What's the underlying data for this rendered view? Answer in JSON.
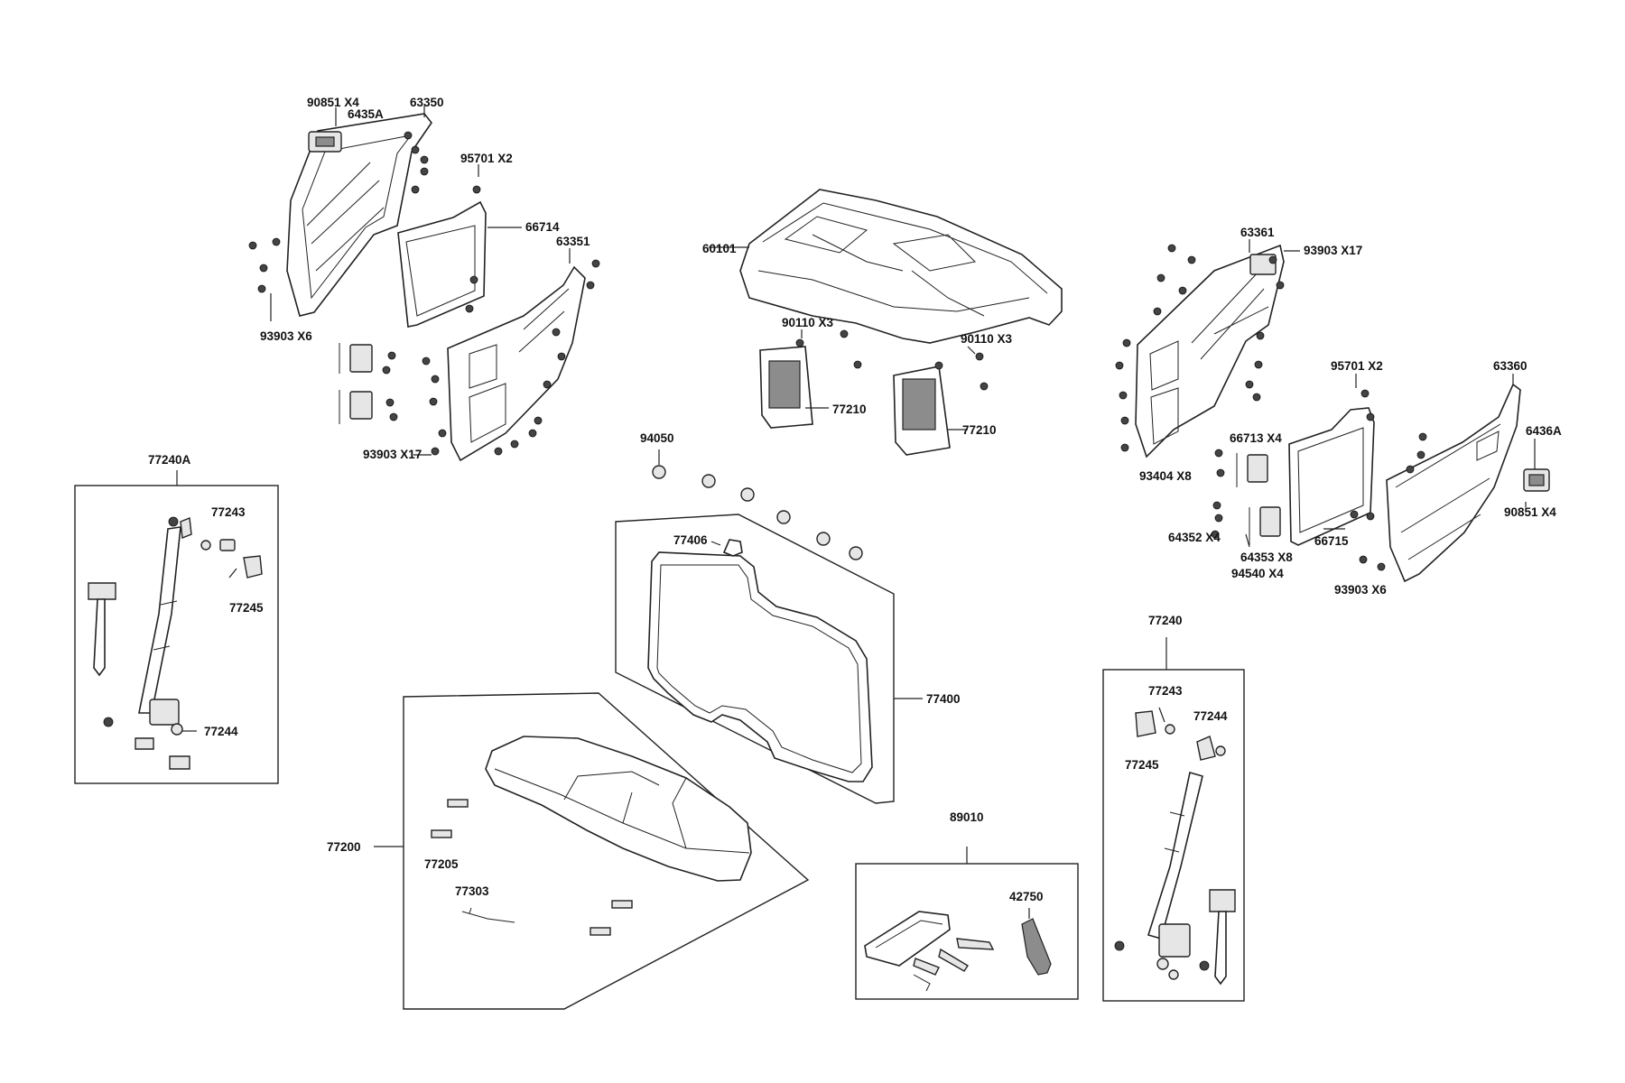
{
  "labels": {
    "l_90851_x4_a": "90851 X4",
    "l_6435a": "6435A",
    "l_63350": "63350",
    "l_95701_x2_a": "95701  X2",
    "l_66714": "66714",
    "l_63351": "63351",
    "l_93903_x6_a": "93903    X6",
    "l_93903_x17_a": "93903  X17",
    "l_60101": "60101",
    "l_90110_x3_a": "90110   X3",
    "l_90110_x3_b": "90110   X3",
    "l_77210_a": "77210",
    "l_77210_b": "77210",
    "l_94050": "94050",
    "l_63361": "63361",
    "l_93903_x17_b": "93903   X17",
    "l_95701_x2_b": "95701   X2",
    "l_63360": "63360",
    "l_6436a": "6436A",
    "l_66713_x4": "66713  X4",
    "l_93404_x8": "93404  X8",
    "l_90851_x4_b": "90851  X4",
    "l_64352_x4": "64352  X4",
    "l_64353_x8": "64353  X8",
    "l_94540_x4": "94540   X4",
    "l_66715": "66715",
    "l_93903_x6_b": "93903    X6",
    "l_77240a": "77240A",
    "l_77243_a": "77243",
    "l_77245_a": "77245",
    "l_77244_a": "77244",
    "l_77406": "77406",
    "l_77400": "77400",
    "l_77200": "77200",
    "l_77205": "77205",
    "l_77303": "77303",
    "l_89010": "89010",
    "l_42750": "42750",
    "l_77240": "77240",
    "l_77243_b": "77243",
    "l_77244_b": "77244",
    "l_77245_b": "77245"
  }
}
